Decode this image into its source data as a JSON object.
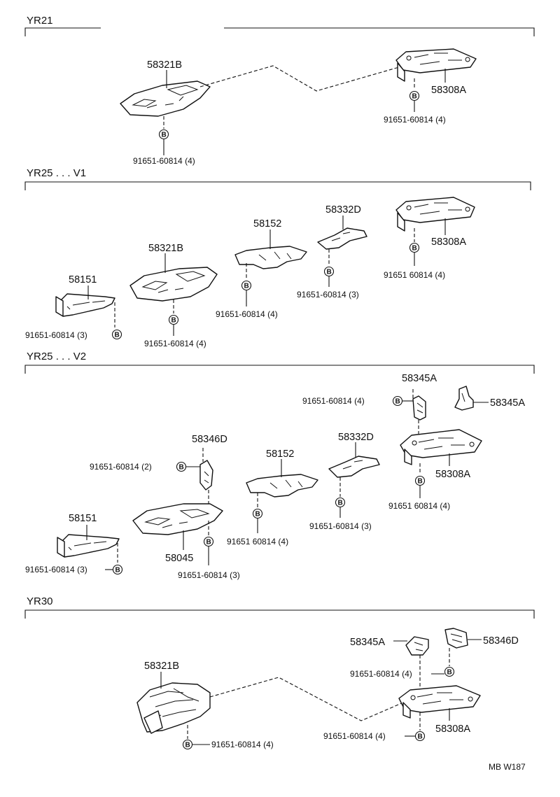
{
  "sections": [
    {
      "title": "YR21"
    },
    {
      "title": "YR25 . . . V1"
    },
    {
      "title": "YR25 . . . V2"
    },
    {
      "title": "YR30"
    }
  ],
  "bolt_symbol": "B",
  "labels": {
    "s1_p1": "58321B",
    "s1_p2": "58308A",
    "s1_f1": "91651-60814 (4)",
    "s1_f2": "91651-60814 (4)",
    "s2_p1": "58151",
    "s2_p2": "58321B",
    "s2_p3": "58152",
    "s2_p4": "58332D",
    "s2_p5": "58308A",
    "s2_f1": "91651-60814 (3)",
    "s2_f2": "91651-60814 (4)",
    "s2_f3": "91651-60814 (4)",
    "s2_f4": "91651-60814 (3)",
    "s2_f5": "91651 60814 (4)",
    "s3_p1": "58345A",
    "s3_p2": "58345A",
    "s3_p3": "58346D",
    "s3_p4": "58152",
    "s3_p5": "58332D",
    "s3_p6": "58308A",
    "s3_p7": "58151",
    "s3_p8": "58045",
    "s3_f1": "91651-60814 (4)",
    "s3_f2": "91651-60814 (2)",
    "s3_f3": "91651 60814 (4)",
    "s3_f4": "91651-60814 (3)",
    "s3_f5": "91651 60814 (4)",
    "s3_f6": "91651-60814 (3)",
    "s3_f7": "91651-60814 (3)",
    "s4_p1": "58321B",
    "s4_p2": "58345A",
    "s4_p3": "58346D",
    "s4_p4": "58308A",
    "s4_f1": "91651-60814 (4)",
    "s4_f2": "91651-60814 (4)",
    "s4_f3": "91651-60814 (4)"
  },
  "drawing_code": "MB  W187"
}
